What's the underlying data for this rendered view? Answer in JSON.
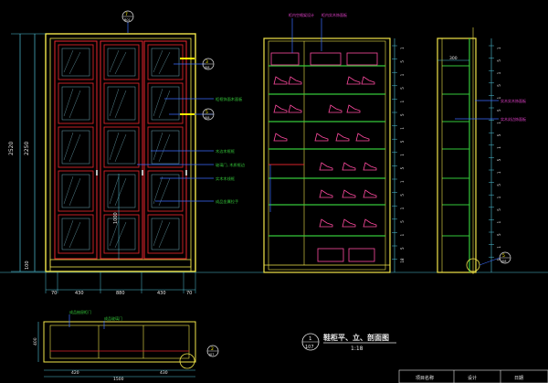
{
  "drawing": {
    "title": "鞋柜平、立、剖面图",
    "scale": "1:18",
    "sheet_number": "1",
    "sheet_sub": "107",
    "colors": {
      "background": "#000000",
      "frame_yellow": "#f2e64a",
      "frame_red": "#d8232a",
      "glass_cyan": "#6fa9b8",
      "dim_cyan": "#4fc3d9",
      "shelf_green": "#35c83a",
      "leader_blue": "#3a6cff",
      "accent_magenta": "#e040c8",
      "note_white": "#e8e8e8",
      "tag_yellow": "#fff200",
      "shoe_pink": "#ff4aa0"
    }
  },
  "front_elevation": {
    "height_dims": [
      "2520",
      "2250",
      "100"
    ],
    "lower_dim": "1000",
    "bottom_dims": [
      "70",
      "430",
      "880",
      "430",
      "70"
    ],
    "callouts": [
      {
        "num": "7",
        "sub": "B01"
      },
      {
        "num": "3",
        "sub": "J08"
      },
      {
        "num": "5",
        "sub": "J08"
      }
    ],
    "notes": [
      "柜框饰面木面板",
      "木边木框框",
      "玻璃门, 木质框边",
      "实木木线框",
      "成品金属拉手"
    ]
  },
  "section_shelves": {
    "top_notes": [
      "柜内空格架设计",
      "柜内实木饰面板"
    ],
    "right_dims": [
      "1",
      "5",
      "1",
      "5",
      "1",
      "5",
      "1",
      "5",
      "1",
      "5",
      "1",
      "5",
      "1",
      "5",
      "1",
      "5",
      "18"
    ]
  },
  "side_section": {
    "top_dim": "300",
    "notes": [
      "实木实木饰面板",
      "实木封边饰面板"
    ],
    "right_dims": [
      "1",
      "5",
      "1",
      "5",
      "1",
      "5",
      "1",
      "5",
      "1",
      "5",
      "1",
      "5",
      "1",
      "5",
      "1",
      "5",
      "1",
      "5"
    ],
    "callout": {
      "num": "5",
      "sub": "J08"
    }
  },
  "plan": {
    "side_dim": "400",
    "bottom_dims": [
      "420",
      "1500",
      "430"
    ],
    "notes": [
      "成品抽屉柜门",
      "成品玻璃门"
    ],
    "callout": {
      "num": "2",
      "sub": "J07"
    }
  },
  "title_block": {
    "cells": [
      "项目名称",
      "设计",
      "日期"
    ]
  }
}
